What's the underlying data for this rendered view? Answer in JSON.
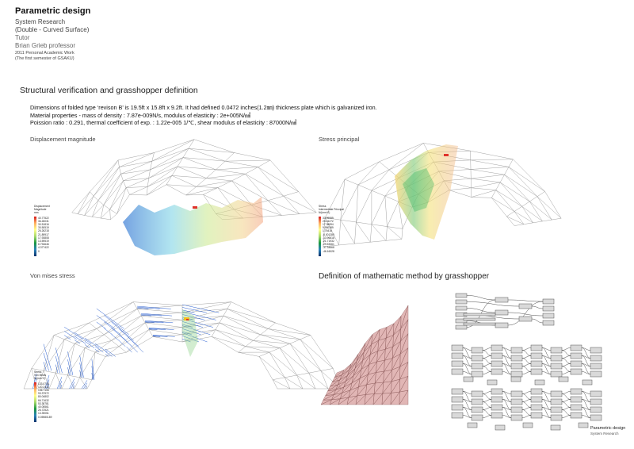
{
  "header": {
    "title": "Parametric design",
    "line1": "System Research",
    "line2": "(Double - Curved Surface)",
    "line3": "Tutor",
    "line4": "Brian Grieb professor",
    "line5": "2011 Personal Academic Work",
    "line6": "(The first semester of GSAKU)"
  },
  "section_title": "Structural verification and grasshopper definition",
  "description": {
    "line1": "Dimensions of folded type ‘revison B’ is 19.5ft x 15.8ft x 9.2ft. It had defined 0.0472 inches(1.2㎜) thickness plate which is galvanized iron.",
    "line2": "Material properties - mass of density : 7.87e-009N/s, modulus of elasticity : 2e+005N/㎟",
    "line3": "Poission ratio : 0.291, thermal coefficient of exp. : 1.22e-005 1/℃, shear modulus of elasticity : 87000N/㎟"
  },
  "panels": {
    "displacement": {
      "label": "Displacement magnitude",
      "legend_title": [
        "Displacement",
        "Magnitude",
        "mm"
      ],
      "legend_values": [
        "40.77522",
        "36.26031",
        "30.51816",
        "30.50519",
        "26.26218",
        "21.89917",
        "17.93808",
        "13.59519",
        "8.794646",
        "4.377422",
        "0"
      ]
    },
    "stress": {
      "label": "Stress principal",
      "legend_title": [
        "Stress",
        "Intermediate Principal",
        "N/(mm^2)"
      ],
      "legend_values": [
        "33.99999",
        "25.16272",
        "17.38894",
        "9.950389",
        "1.76416",
        "-6.001280",
        "-13.96618",
        "-21.71932",
        "-29.53061",
        "-37.34668",
        "-46.16028"
      ]
    },
    "vonmises": {
      "label": "Von mises stress",
      "legend_title": [
        "Stress",
        "Von Mises",
        "N/(mm^2)"
      ],
      "legend_values": [
        "133.0716",
        "120.2411",
        "106.7106",
        "93.37972",
        "80.04802",
        "66.71632",
        "53.38781",
        "40.05561",
        "26.72521",
        "13.39051",
        "0.05980189"
      ]
    },
    "definition": {
      "label": "Definition of mathematic method by grasshopper"
    }
  },
  "footer": {
    "title": "Parametric design",
    "subtitle": "System Research"
  },
  "colors": {
    "mesh_line": "#8a8a8a",
    "surface_red": "#c97a78",
    "legend_gradient": [
      "#d7191c",
      "#fdae61",
      "#ffff8c",
      "#a6d96a",
      "#1a9641",
      "#2b83ba",
      "#08306b"
    ]
  }
}
